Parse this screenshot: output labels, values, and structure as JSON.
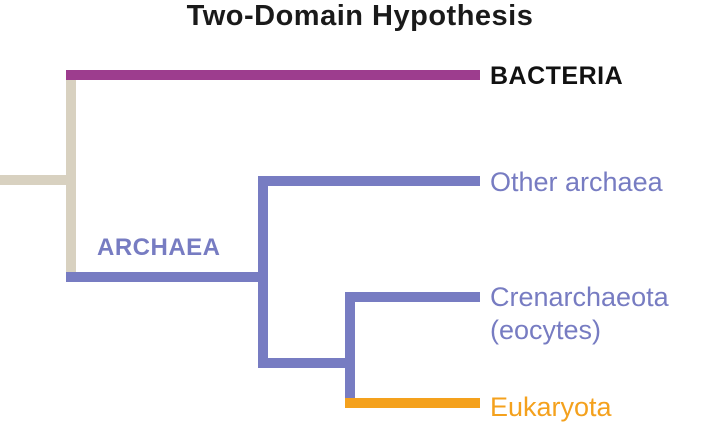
{
  "title": "Two-Domain Hypothesis",
  "colors": {
    "bacteria": "#9d3d8e",
    "archaea": "#777cc2",
    "root": "#d8d1c0",
    "eukaryota": "#f4a11d",
    "title_text": "#1a1a1a",
    "bacteria_label": "#111111"
  },
  "labels": {
    "bacteria": "BACTERIA",
    "archaea": "ARCHAEA",
    "other_archaea": "Other archaea",
    "crenarchaeota": "Crenarchaeota",
    "crenarchaeota_sub": "(eocytes)",
    "eukaryota": "Eukaryota"
  },
  "tree": {
    "type": "cladogram",
    "root_children": [
      "BACTERIA",
      "ARCHAEA"
    ],
    "archaea_children": [
      "Other archaea",
      [
        "Crenarchaeota (eocytes)",
        "Eukaryota"
      ]
    ]
  }
}
